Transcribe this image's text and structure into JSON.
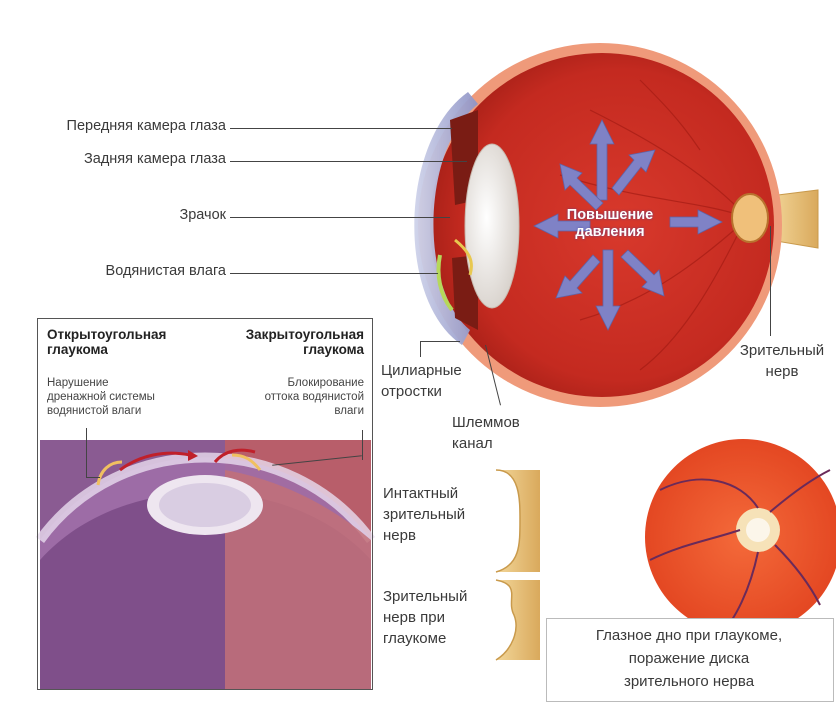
{
  "labels": {
    "anterior_chamber": "Передняя камера глаза",
    "posterior_chamber": "Задняя камера глаза",
    "pupil": "Зрачок",
    "aqueous_humor": "Водянистая влага",
    "pressure_increase": "Повышение\nдавления",
    "optic_nerve": "Зрительный\nнерв",
    "ciliary_processes": "Цилиарные\nотростки",
    "schlemm_canal": "Шлеммов\nканал",
    "intact_nerve": "Интактный\nзрительный\nнерв",
    "glaucoma_nerve": "Зрительный\nнерв при\nглаукоме",
    "fundus_caption": "Глазное дно при глаукоме,\nпоражение диска\nзрительного нерва"
  },
  "glaucoma_box": {
    "open_angle_title": "Открытоугольная\nглаукома",
    "open_angle_desc": "Нарушение\nдренажной системы\nводянистой влаги",
    "closed_angle_title": "Закрытоугольная\nглаукома",
    "closed_angle_desc": "Блокирование\nоттока водянистой\nвлаги"
  },
  "colors": {
    "eyeball": "#c8281e",
    "sclera": "#e8836a",
    "arrows": "#7b7fc4",
    "open_angle_tint": "#8e5e94",
    "closed_angle_tint": "#c0606a",
    "nerve": "#e8c27a",
    "fundus": "#f0502a"
  }
}
